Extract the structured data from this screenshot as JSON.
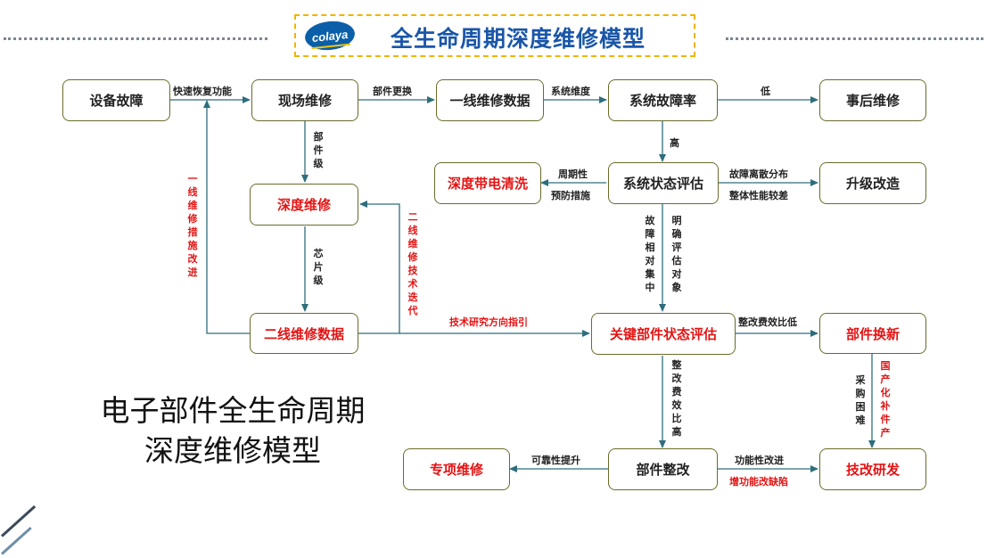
{
  "header": {
    "logo_text": "colaya",
    "title": "全生命周期深度维修模型"
  },
  "main_title": {
    "line1": "电子部件全生命周期",
    "line2": "深度维修模型"
  },
  "nodes": {
    "equipment_fault": "设备故障",
    "field_repair": "现场维修",
    "first_line_data": "一线维修数据",
    "system_fault_rate": "系统故障率",
    "post_repair": "事后维修",
    "deep_cleaning": "深度带电清洗",
    "system_state_eval": "系统状态评估",
    "upgrade": "升级改造",
    "deep_repair": "深度维修",
    "second_line_data": "二线维修数据",
    "key_part_eval": "关键部件状态评估",
    "part_replace": "部件换新",
    "special_repair": "专项维修",
    "part_rectify": "部件整改",
    "tech_dev": "技改研发"
  },
  "labels": {
    "quick_restore": "快速恢复功能",
    "part_replace": "部件更换",
    "system_dimension": "系统维度",
    "low": "低",
    "high": "高",
    "part_level": "部件级",
    "periodic": "周期性",
    "preventive": "预防措施",
    "fault_dispersed": "故障离散分布",
    "overall_poor": "整体性能较差",
    "first_line_improve": "一线维修措施改进",
    "chip_level": "芯片级",
    "second_line_tech": "二线维修技术迭代",
    "tech_research": "技术研究方向指引",
    "fault_concentrated": "故障相对集中",
    "clear_target": "明确评估对象",
    "cost_ratio_low": "整改费效比低",
    "cost_ratio_high": "整改费效比高",
    "procure_difficult": "采购困难",
    "localized_parts": "国产化补件产",
    "reliability_up": "可靠性提升",
    "function_improve": "功能性改进",
    "add_function": "增功能改缺陷"
  },
  "colors": {
    "accent_red": "#e31414",
    "title_blue": "#1a56a8",
    "arrow": "#2e6e7c",
    "node_border": "#6b6b2a",
    "header_border": "#f0b400"
  }
}
